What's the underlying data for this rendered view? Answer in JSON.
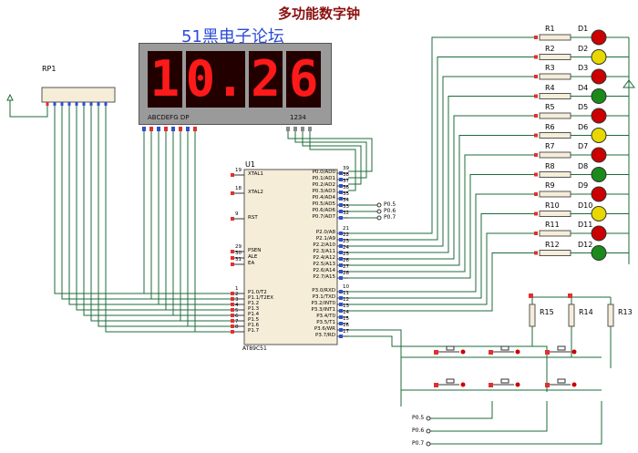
{
  "header": {
    "title": "多功能数字钟",
    "watermark": "51黑电子论坛"
  },
  "display": {
    "digits": [
      "1",
      "0.",
      "2",
      "6"
    ],
    "seg_label": "ABCDEFG DP",
    "com_label": "1234"
  },
  "rp1": {
    "label": "RP1"
  },
  "mcu": {
    "ref": "U1",
    "part": "AT89C51",
    "left_pins": [
      {
        "num": "19",
        "name": "XTAL1"
      },
      {
        "num": "18",
        "name": "XTAL2"
      },
      {
        "num": "9",
        "name": "RST"
      },
      {
        "num": "29",
        "name": "PSEN"
      },
      {
        "num": "30",
        "name": "ALE"
      },
      {
        "num": "31",
        "name": "EA"
      },
      {
        "num": "1",
        "name": "P1.0/T2"
      },
      {
        "num": "2",
        "name": "P1.1/T2EX"
      },
      {
        "num": "3",
        "name": "P1.2"
      },
      {
        "num": "4",
        "name": "P1.3"
      },
      {
        "num": "5",
        "name": "P1.4"
      },
      {
        "num": "6",
        "name": "P1.5"
      },
      {
        "num": "7",
        "name": "P1.6"
      },
      {
        "num": "8",
        "name": "P1.7"
      }
    ],
    "right_pins": [
      {
        "num": "39",
        "name": "P0.0/AD0"
      },
      {
        "num": "38",
        "name": "P0.1/AD1"
      },
      {
        "num": "37",
        "name": "P0.2/AD2"
      },
      {
        "num": "36",
        "name": "P0.3/AD3"
      },
      {
        "num": "35",
        "name": "P0.4/AD4"
      },
      {
        "num": "34",
        "name": "P0.5/AD5"
      },
      {
        "num": "33",
        "name": "P0.6/AD6"
      },
      {
        "num": "32",
        "name": "P0.7/AD7"
      },
      {
        "num": "21",
        "name": "P2.0/A8"
      },
      {
        "num": "22",
        "name": "P2.1/A9"
      },
      {
        "num": "23",
        "name": "P2.2/A10"
      },
      {
        "num": "24",
        "name": "P2.3/A11"
      },
      {
        "num": "25",
        "name": "P2.4/A12"
      },
      {
        "num": "26",
        "name": "P2.5/A13"
      },
      {
        "num": "27",
        "name": "P2.6/A14"
      },
      {
        "num": "28",
        "name": "P2.7/A15"
      },
      {
        "num": "10",
        "name": "P3.0/RXD"
      },
      {
        "num": "11",
        "name": "P3.1/TXD"
      },
      {
        "num": "12",
        "name": "P3.2/INT0"
      },
      {
        "num": "13",
        "name": "P3.3/INT1"
      },
      {
        "num": "14",
        "name": "P3.4/T0"
      },
      {
        "num": "15",
        "name": "P3.5/T1"
      },
      {
        "num": "16",
        "name": "P3.6/WR"
      },
      {
        "num": "17",
        "name": "P3.7/RD"
      }
    ]
  },
  "p0_nets": [
    "P0.5",
    "P0.6",
    "P0.7"
  ],
  "bottom_nets": [
    "P0.5",
    "P0.6",
    "P0.7"
  ],
  "leds": [
    {
      "r": "R1",
      "d": "D1",
      "color": "#cc0000"
    },
    {
      "r": "R2",
      "d": "D2",
      "color": "#e8d800"
    },
    {
      "r": "R3",
      "d": "D3",
      "color": "#cc0000"
    },
    {
      "r": "R4",
      "d": "D4",
      "color": "#1a8a1a"
    },
    {
      "r": "R5",
      "d": "D5",
      "color": "#cc0000"
    },
    {
      "r": "R6",
      "d": "D6",
      "color": "#e8d800"
    },
    {
      "r": "R7",
      "d": "D7",
      "color": "#cc0000"
    },
    {
      "r": "R8",
      "d": "D8",
      "color": "#1a8a1a"
    },
    {
      "r": "R9",
      "d": "D9",
      "color": "#cc0000"
    },
    {
      "r": "R10",
      "d": "D10",
      "color": "#e8d800"
    },
    {
      "r": "R11",
      "d": "D11",
      "color": "#cc0000"
    },
    {
      "r": "R12",
      "d": "D12",
      "color": "#1a8a1a"
    }
  ],
  "pullups": [
    "R15",
    "R14",
    "R13"
  ]
}
